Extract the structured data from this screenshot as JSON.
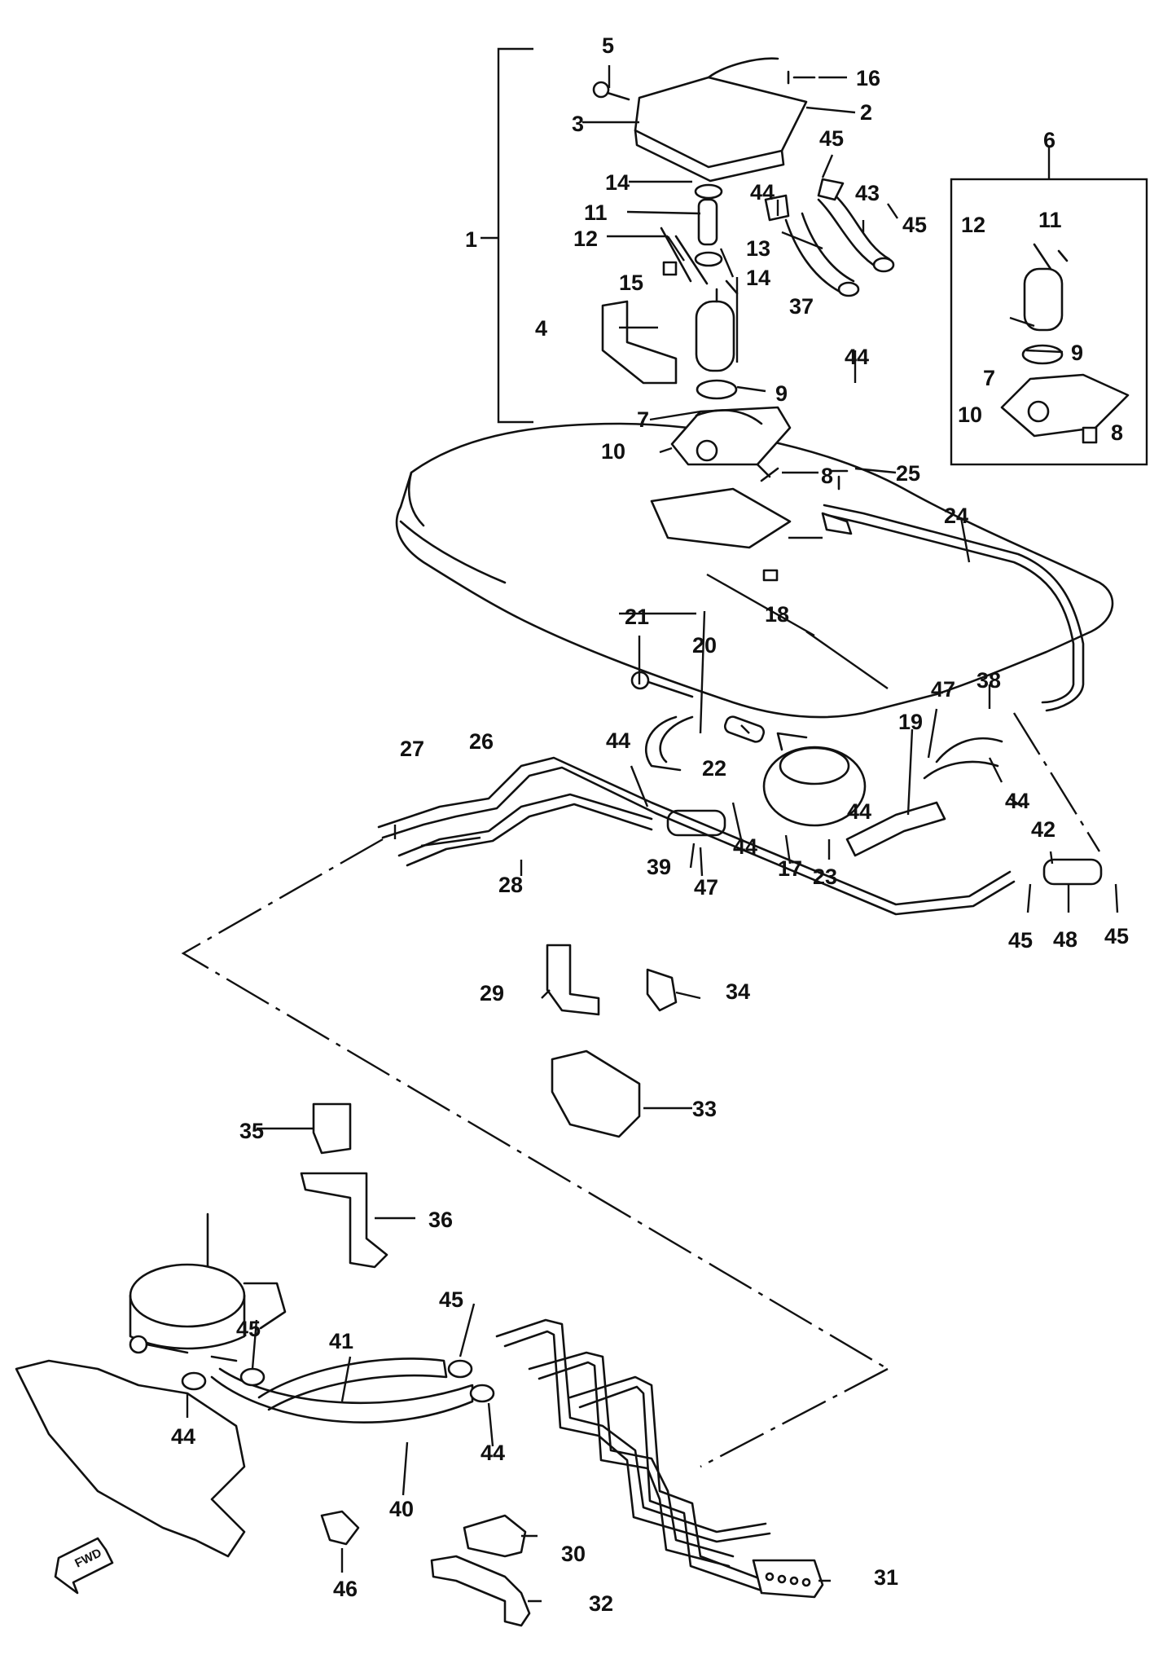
{
  "diagram": {
    "callouts": [
      "1",
      "2",
      "3",
      "4",
      "5",
      "6",
      "7",
      "8",
      "9",
      "10",
      "11",
      "12",
      "13",
      "14",
      "15",
      "16",
      "17",
      "18",
      "19",
      "20",
      "21",
      "22",
      "23",
      "24",
      "25",
      "26",
      "27",
      "28",
      "29",
      "30",
      "31",
      "32",
      "33",
      "34",
      "35",
      "36",
      "37",
      "38",
      "39",
      "40",
      "41",
      "42",
      "43",
      "44",
      "45",
      "46",
      "47",
      "48"
    ],
    "direction_marker": "FWD"
  }
}
